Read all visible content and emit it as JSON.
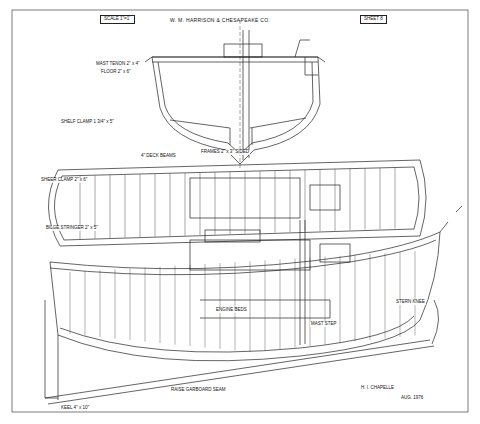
{
  "diagram": {
    "title": "W. M. HARRISON & CHESAPEAKE CO.",
    "nodes": [
      {
        "text": [
          "SCALE 1\"=1'"
        ]
      },
      {
        "text": [
          "SHEET 8"
        ]
      }
    ],
    "labels": [
      "MAST TENON 2\" x 4\"",
      "FLOOR 2\" x 6\"",
      "FRAMES 2\" x 3\" SIDED",
      "SHELF CLAMP 1 3/4\" x 5\"",
      "4\" DECK BEAMS",
      "SHEER CLAMP 2\" x 6\"",
      "BILGE STRINGER 2\" x 5\"",
      "MAST STEP",
      "ENGINE BEDS",
      "STERN KNEE",
      "KEEL 4\" x 10\"",
      "RAISE GARBOARD SEAM",
      "H. I. CHAPELLE",
      "AUG. 1976"
    ]
  }
}
